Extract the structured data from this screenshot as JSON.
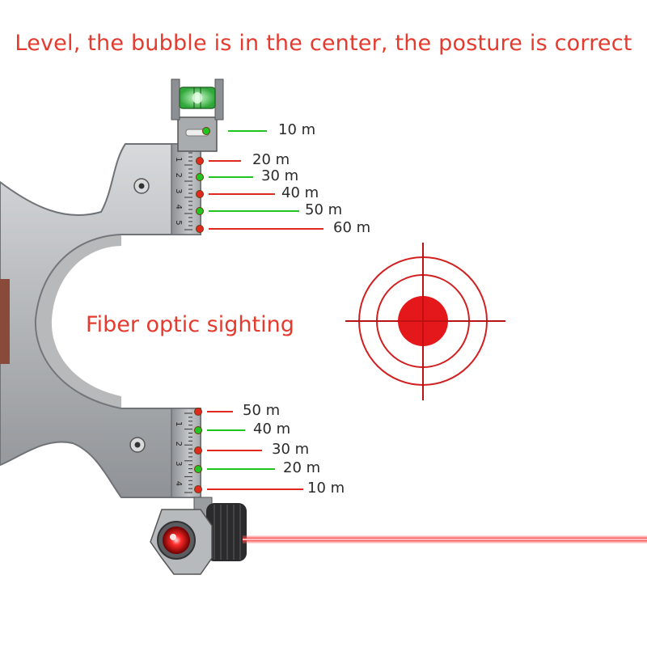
{
  "title": "Level, the bubble is in the center, the posture is correct",
  "caption": "Fiber optic sighting",
  "upper_marks": [
    {
      "label": "10 m",
      "color": "#22c422"
    },
    {
      "label": "20 m",
      "color": "#e0291f"
    },
    {
      "label": "30 m",
      "color": "#22c422"
    },
    {
      "label": "40 m",
      "color": "#e0291f"
    },
    {
      "label": "50 m",
      "color": "#22c422"
    },
    {
      "label": "60 m",
      "color": "#e0291f"
    }
  ],
  "lower_marks": [
    {
      "label": "50 m",
      "color": "#e0291f"
    },
    {
      "label": "40 m",
      "color": "#22c422"
    },
    {
      "label": "30 m",
      "color": "#e0291f"
    },
    {
      "label": "20 m",
      "color": "#22c422"
    },
    {
      "label": "10 m",
      "color": "#e0291f"
    }
  ],
  "upper_scale_ticks": [
    "1",
    "2",
    "3",
    "4",
    "5"
  ],
  "lower_scale_ticks": [
    "1",
    "2",
    "3",
    "4"
  ],
  "colors": {
    "accent": "#e53a2e",
    "laser": "#ff1a1a",
    "metal": "#b9bcbf",
    "green": "#22c422"
  }
}
